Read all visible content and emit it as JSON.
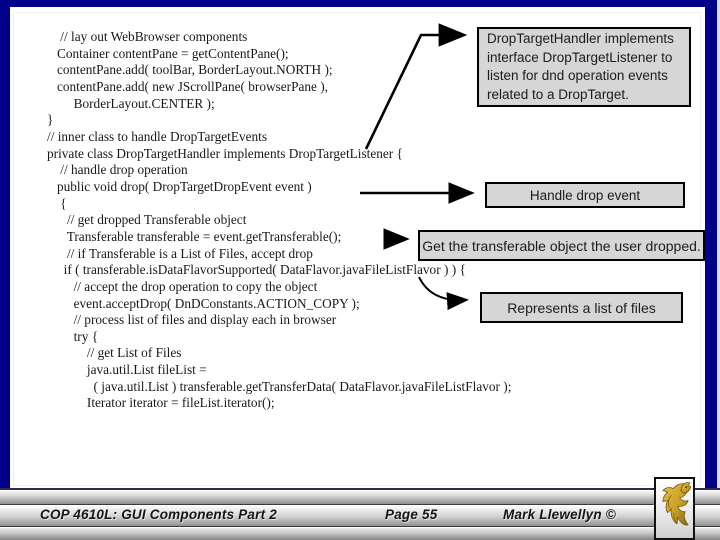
{
  "slide": {
    "code": {
      "lines": [
        "    // lay out WebBrowser components",
        "   Container contentPane = getContentPane();",
        "   contentPane.add( toolBar, BorderLayout.NORTH );",
        "   contentPane.add( new JScrollPane( browserPane ),",
        "        BorderLayout.CENTER );",
        "}",
        "// inner class to handle DropTargetEvents",
        "private class DropTargetHandler implements DropTargetListener {",
        "    // handle drop operation",
        "   public void drop( DropTargetDropEvent event )",
        "    {",
        "      // get dropped Transferable object",
        "      Transferable transferable = event.getTransferable();",
        "      // if Transferable is a List of Files, accept drop",
        "     if ( transferable.isDataFlavorSupported( DataFlavor.javaFileListFlavor ) ) {",
        "        // accept the drop operation to copy the object",
        "        event.acceptDrop( DnDConstants.ACTION_COPY );",
        "        // process list of files and display each in browser",
        "        try {",
        "            // get List of Files",
        "            java.util.List fileList =",
        "              ( java.util.List ) transferable.getTransferData( DataFlavor.javaFileListFlavor );",
        "            Iterator iterator = fileList.iterator();"
      ]
    }
  },
  "callouts": [
    {
      "text": "DropTargetHandler implements interface DropTargetListener to listen for dnd operation events related to a DropTarget."
    },
    {
      "text": "Handle drop event"
    },
    {
      "text": "Get the transferable object the user dropped."
    },
    {
      "text": "Represents a list of files"
    }
  ],
  "footer": {
    "course": "COP 4610L: GUI Components Part 2",
    "page": "Page 55",
    "author": "Mark Llewellyn ©"
  },
  "icons": {
    "logo": "ucf-pegasus-logo"
  },
  "colors": {
    "slide_border": "#00008b",
    "callout_bg": "#d6d6d6",
    "callout_border": "#000000",
    "code_text": "#181818",
    "footer_text": "#141414",
    "logo_gold": "#c9a227"
  }
}
